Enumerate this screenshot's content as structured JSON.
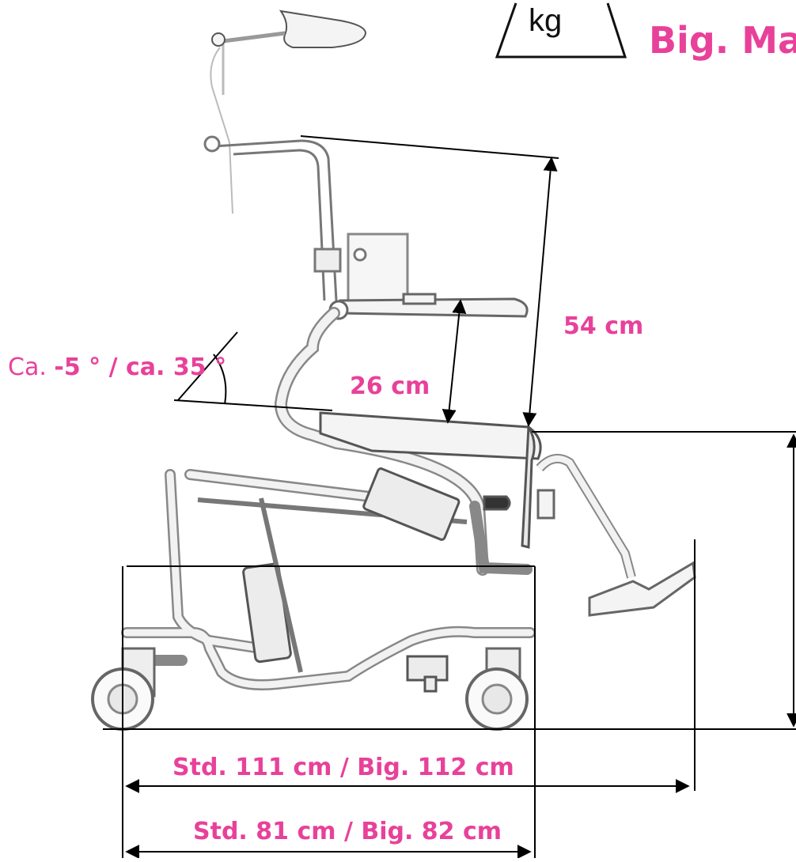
{
  "weight_badge": {
    "unit": "kg"
  },
  "brand_text": "Big. Ma",
  "dimensions": {
    "back_height": "54 cm",
    "armrest_height": "26 cm",
    "tilt_angle_prefix": "Ca. ",
    "tilt_angle": "-5 ° / ca. 35 °",
    "total_length": "Std. 111 cm / Big. 112 cm",
    "base_length": "Std. 81 cm / Big. 82 cm"
  },
  "colors": {
    "accent": "#e8419a",
    "line": "#000000",
    "frame": "#888888"
  }
}
